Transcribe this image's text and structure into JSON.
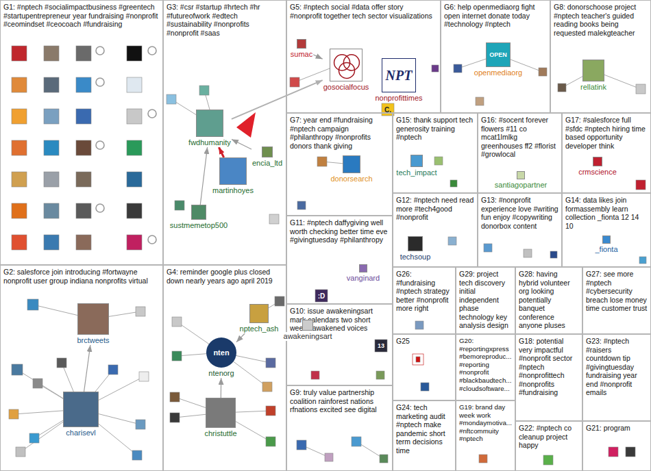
{
  "diagram": {
    "nodes": [
      {
        "text": [
          "G1: #nptech #socialimpactbusiness #greentech #startupentrepreneur year fundraising #nonprofit #ceomindset #ceocoach #fundraising"
        ]
      },
      {
        "text": [
          "G3: #csr #startup #hrtech #hr #futureofwork #edtech #sustainability #nonprofits #nonprofit #saas"
        ]
      },
      {
        "text": [
          "fwdhumanity"
        ],
        "in": 1
      },
      {
        "text": [
          "martinhoyes"
        ],
        "in": 1
      },
      {
        "text": [
          "encia_ltd"
        ],
        "in": 1
      },
      {
        "text": [
          "sustmemetop500"
        ],
        "in": 1
      },
      {
        "text": [
          "G5: #nptech social #data offer story #nonprofit together tech sector visualizations"
        ]
      },
      {
        "text": [
          "sumac"
        ],
        "in": 6
      },
      {
        "text": [
          "gosocialfocus"
        ],
        "in": 6
      },
      {
        "text": [
          "nonprofittimes"
        ],
        "in": 6
      },
      {
        "text": [
          "G6: help openmediaorg fight open internet donate today #technology #nptech"
        ]
      },
      {
        "text": [
          "openmediaorg"
        ],
        "in": 10
      },
      {
        "text": [
          "G8: donorschoose project #nptech teacher's guided reading books being requested malekgteacher"
        ]
      },
      {
        "text": [
          "rellatink"
        ],
        "in": 12
      },
      {
        "text": [
          "G7: year end #fundraising #nptech campaign #philanthropy #nonprofits donors thank giving"
        ]
      },
      {
        "text": [
          "donorsearch"
        ],
        "in": 14
      },
      {
        "text": [
          "G15: thank support tech generosity training #nptech"
        ]
      },
      {
        "text": [
          "tech_impact"
        ],
        "in": 16
      },
      {
        "text": [
          "G16: #socent forever flowers #11 co mcat1lmlkg greenhouses ff2 #florist #growlocal"
        ]
      },
      {
        "text": [
          "santiagopartner"
        ],
        "in": 18
      },
      {
        "text": [
          "G17: #salesforce full #sfdc #nptech hiring time based opportunity developer think"
        ]
      },
      {
        "text": [
          "crmscience"
        ],
        "in": 20
      },
      {
        "text": [
          "G12: #nptech need read more #tech4good #nonprofit"
        ]
      },
      {
        "text": [
          "techsoup"
        ],
        "in": 22
      },
      {
        "text": [
          "G13: #nonprofit experience love #writing fun enjoy #copywriting donorbox content"
        ]
      },
      {
        "text": [
          "G14: data likes join formassembly learn collection _fionta 12 14 10"
        ]
      },
      {
        "text": [
          "_fionta"
        ],
        "in": 25
      },
      {
        "text": [
          "G11: #nptech daffygiving well worth checking better time eve #givingtuesday #philanthropy"
        ]
      },
      {
        "text": [
          "vanginard"
        ],
        "in": 27
      },
      {
        "text": [
          "G2: salesforce join introducing #fortwayne nonprofit user group indiana nonprofits virtual"
        ]
      },
      {
        "text": [
          "brctweets"
        ],
        "in": 29
      },
      {
        "text": [
          "charisevl"
        ],
        "in": 29
      },
      {
        "text": [
          "G4: reminder google plus closed down nearly years ago april 2019"
        ]
      },
      {
        "text": [
          "nptech_ash"
        ],
        "in": 32
      },
      {
        "text": [
          "ntenorg"
        ],
        "in": 32
      },
      {
        "text": [
          "christuttle"
        ],
        "in": 32
      },
      {
        "text": [
          "G10: issue awakeningsart mark calendars two short weeks awakened voices"
        ]
      },
      {
        "text": [
          "awakeningsart"
        ],
        "in": 36
      },
      {
        "text": [
          "G26: #fundraising #nptech strategy better #nonprofit more right"
        ]
      },
      {
        "text": [
          "G29: project tech discovery initial independent phase technology key analysis design"
        ]
      },
      {
        "text": [
          "G28: having hybrid volunteer org looking potentially banquet conference anyone pluses"
        ]
      },
      {
        "text": [
          "G27: see more #nptech #cybersecurity breach lose money time customer trust"
        ]
      },
      {
        "text": [
          "G25"
        ]
      },
      {
        "text": [
          "G20: #reportingxpress #bemoreproduc... #reporting #nonprofit #blackbaudtech... #cloudsoftware..."
        ]
      },
      {
        "text": [
          "G18: potential very impactful #nonprofit sector #nptech #nonprofittech #nonprofits #fundraising"
        ]
      },
      {
        "text": [
          "G23: #nptech #raisers countdown tip #givingtuesday fundraising year end #nonprofit emails"
        ]
      },
      {
        "text": [
          "G9: truly value partnership coalition rainforest nations rfnations excited see digital"
        ]
      },
      {
        "text": [
          "G24: tech marketing audit #nptech make pandemic short term decisions time"
        ]
      },
      {
        "text": [
          "G19: brand day week work #mondaymotiva... #nftcommuity #nptech"
        ]
      },
      {
        "text": [
          "G22: #nptech co cleanup project happy"
        ]
      },
      {
        "text": [
          "G21: program"
        ]
      }
    ],
    "edges": [
      {
        "from": 3,
        "to": 2,
        "arrow": "to"
      },
      {
        "from": 5,
        "to": 2,
        "arrow": "to"
      },
      {
        "from": 4,
        "to": 2,
        "arrow": "to"
      },
      {
        "from": 2,
        "to": 8,
        "arrow": "to"
      },
      {
        "from": 7,
        "to": 8,
        "arrow": "to"
      },
      {
        "from": 31,
        "to": 30,
        "arrow": "to"
      },
      {
        "from": 33,
        "to": 34,
        "arrow": "to"
      },
      {
        "from": 35,
        "to": 34,
        "arrow": "to"
      }
    ],
    "labels": [
      "NPT",
      "OPEN",
      "C.",
      ":D",
      "13",
      "nten"
    ]
  }
}
